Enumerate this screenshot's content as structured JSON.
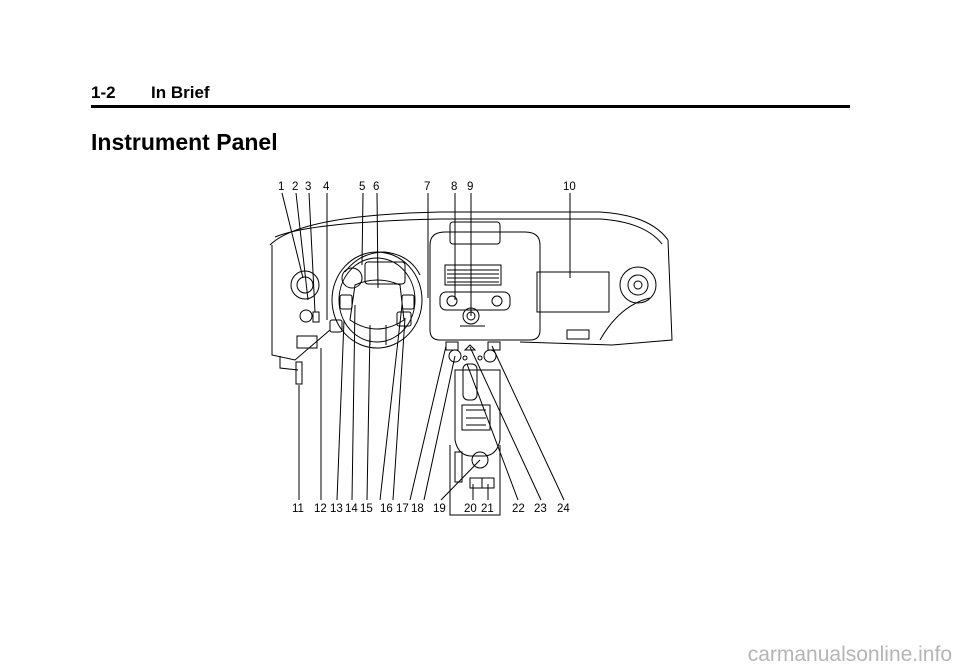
{
  "header": {
    "page_number": "1-2",
    "chapter": "In Brief"
  },
  "section_title": "Instrument Panel",
  "diagram": {
    "top_callouts": [
      "1",
      "2",
      "3",
      "4",
      "5",
      "6",
      "7",
      "8",
      "9",
      "10"
    ],
    "bottom_callouts": [
      "11",
      "12",
      "13",
      "14",
      "15",
      "16",
      "17",
      "18",
      "19",
      "20",
      "21",
      "22",
      "23",
      "24"
    ]
  },
  "watermark": "carmanualsonline.info"
}
